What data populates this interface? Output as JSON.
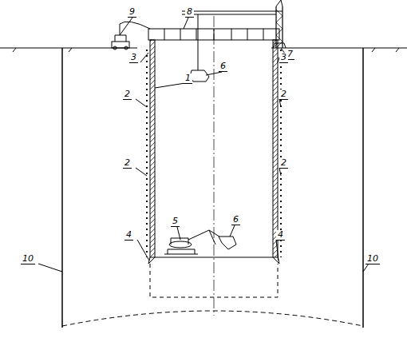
{
  "diagram": {
    "labels": [
      "9",
      "8",
      "6",
      "7",
      "3",
      "1",
      "3",
      "2",
      "2",
      "2",
      "2",
      "5",
      "6",
      "4",
      "4",
      "10",
      "10"
    ]
  }
}
